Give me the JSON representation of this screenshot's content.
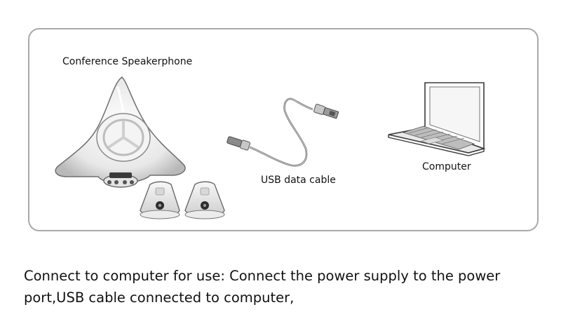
{
  "diagram": {
    "labels": {
      "speakerphone": "Conference Speakerphone",
      "usb_cable": "USB data cable",
      "computer": "Computer"
    },
    "icons": [
      "speakerphone-icon",
      "microphone-icon",
      "usb-cable-icon",
      "laptop-icon"
    ]
  },
  "instructions": "Connect to computer for use: Connect the power supply to the power port,USB cable connected to computer,"
}
